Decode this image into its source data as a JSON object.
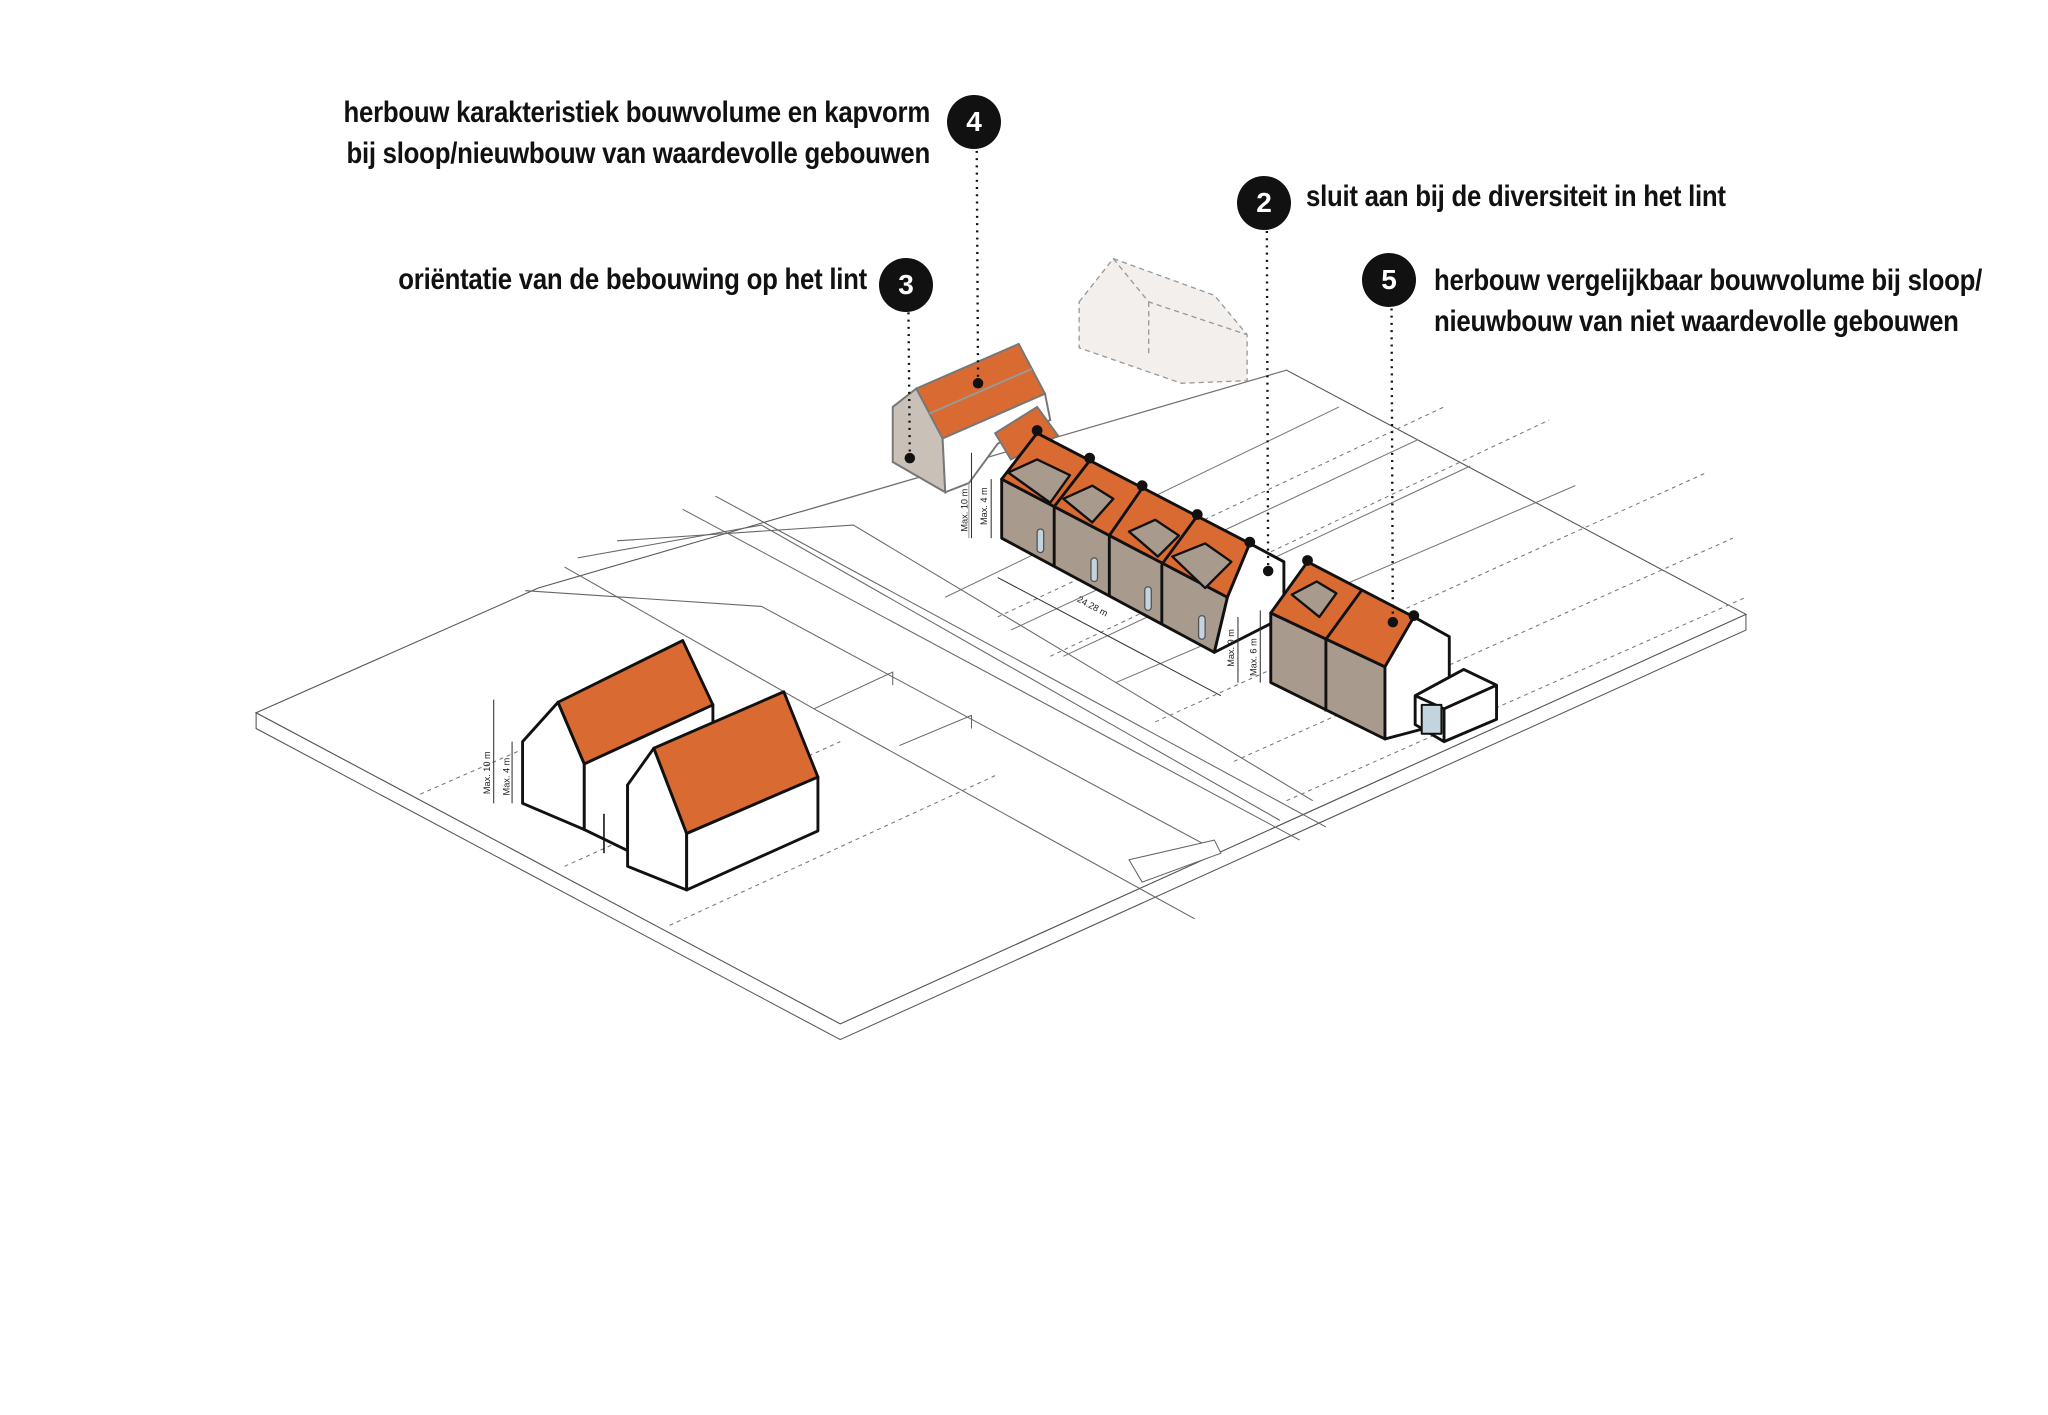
{
  "colors": {
    "roof": "#d96b32",
    "facade": "#a89a8d",
    "barn": "#c9c0b8",
    "ink": "#111111",
    "window": "#c4d4de"
  },
  "callouts": [
    {
      "number": "4",
      "lines": [
        "herbouw karakteristiek bouwvolume en kapvorm",
        "bij sloop/nieuwbouw van waardevolle gebouwen"
      ]
    },
    {
      "number": "3",
      "lines": [
        "oriëntatie van de bebouwing op het lint"
      ]
    },
    {
      "number": "2",
      "lines": [
        "sluit aan bij de diversiteit in het lint"
      ]
    },
    {
      "number": "5",
      "lines": [
        "herbouw vergelijkbaar bouwvolume bij sloop/",
        "nieuwbouw van niet waardevolle gebouwen"
      ]
    }
  ],
  "dimensions": {
    "left_house_max_height": "Max. 10 m",
    "left_house_max_eave": "Max. 4 m",
    "row_max_height": "Max. 10 m",
    "row_max_eave": "Max. 4 m",
    "row_length": "24.28 m",
    "right_max_height": "Max. 9 m",
    "right_max_eave": "Max. 6 m"
  }
}
